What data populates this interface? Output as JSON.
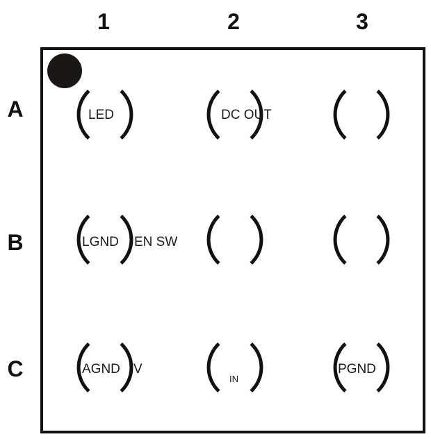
{
  "columns": [
    "1",
    "2",
    "3"
  ],
  "rows": [
    "A",
    "B",
    "C"
  ],
  "pins": [
    {
      "id": "A1",
      "label": "LED"
    },
    {
      "id": "A2",
      "label": "DC OUT"
    },
    {
      "id": "A3",
      "label": ""
    },
    {
      "id": "B1",
      "label": "LGND"
    },
    {
      "id": "B1-B2",
      "label": "EN SW"
    },
    {
      "id": "B2",
      "label": ""
    },
    {
      "id": "B3",
      "label": ""
    },
    {
      "id": "C1",
      "label": "AGND"
    },
    {
      "id": "C1-C2",
      "label": "V"
    },
    {
      "id": "C2",
      "label": "IN"
    },
    {
      "id": "C3",
      "label": "PGND"
    }
  ],
  "colors": {
    "line": "#111111",
    "pin1_marker": "#1b1717",
    "background": "#ffffff"
  }
}
